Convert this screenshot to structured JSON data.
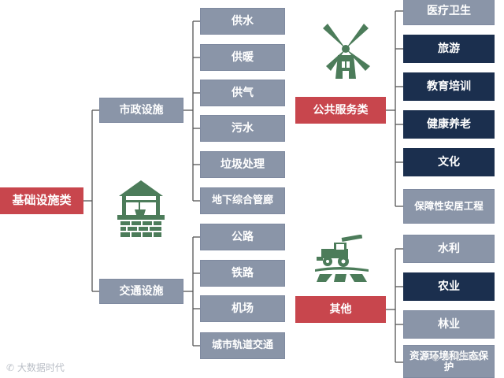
{
  "colors": {
    "red": "#c8464d",
    "gray": "#8a95a8",
    "navy": "#1b2f4e",
    "green": "#4c7c5a",
    "line": "#555555"
  },
  "left": {
    "root": "基础设施类",
    "municipal": {
      "label": "市政设施",
      "items": [
        "供水",
        "供暖",
        "供气",
        "污水",
        "垃圾处理",
        "地下综合管廊"
      ]
    },
    "transport": {
      "label": "交通设施",
      "items": [
        "公路",
        "铁路",
        "机场",
        "城市轨道交通"
      ]
    }
  },
  "right": {
    "public": {
      "label": "公共服务类",
      "items": [
        "医疗卫生",
        "旅游",
        "教育培训",
        "健康养老",
        "文化",
        "保障性安居工程"
      ]
    },
    "other": {
      "label": "其他",
      "items": [
        "水利",
        "农业",
        "林业",
        "资源环境和生态保护"
      ]
    }
  },
  "icons": [
    "well-icon",
    "windmill-icon",
    "harvester-icon"
  ],
  "watermarks": {
    "left": "大数据时代",
    "right": "大地风云"
  }
}
